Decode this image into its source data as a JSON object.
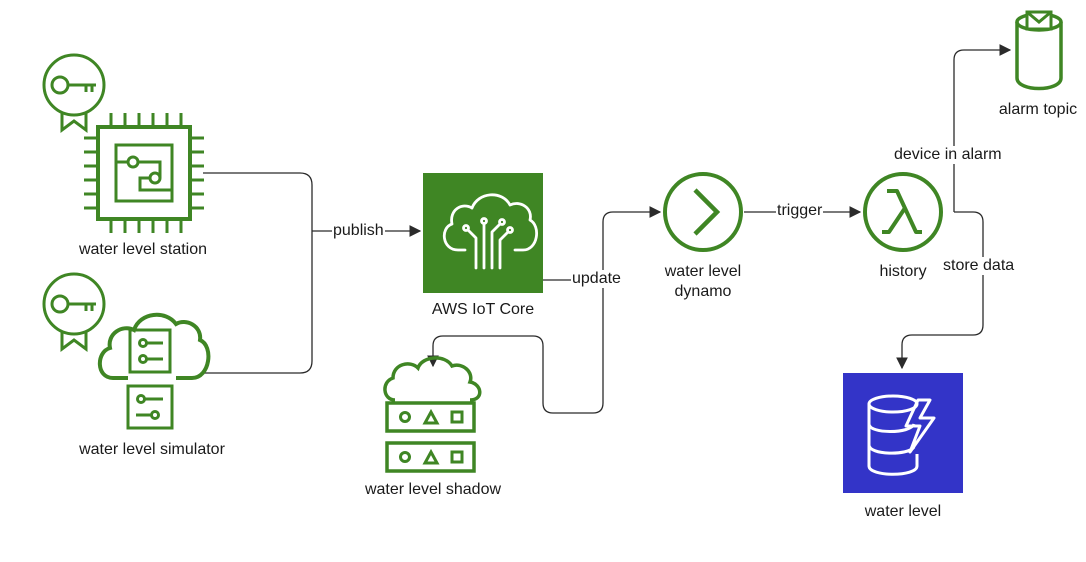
{
  "colors": {
    "iot_green": "#3f8624",
    "dynamo_blue": "#3334c8",
    "edge": "#2b2b2b"
  },
  "nodes": {
    "station": {
      "label": "water level station",
      "icon": "microcontroller-icon",
      "badge": "certificate-key-icon"
    },
    "simulator": {
      "label": "water level simulator",
      "icon": "cloud-simulator-icon",
      "badge": "certificate-key-icon"
    },
    "iot_core": {
      "label": "AWS IoT Core",
      "icon": "iot-core-icon"
    },
    "shadow": {
      "label": "water level shadow",
      "icon": "device-shadow-icon"
    },
    "dynamo_rule": {
      "label": "water level\ndynamo",
      "icon": "iot-rule-icon"
    },
    "history": {
      "label": "history",
      "icon": "lambda-icon"
    },
    "alarm": {
      "label": "alarm topic",
      "icon": "sns-topic-icon"
    },
    "table": {
      "label": "water level",
      "icon": "dynamodb-icon"
    }
  },
  "edges": {
    "publish": "publish",
    "update": "update",
    "trigger": "trigger",
    "device_in_alarm": "device in alarm",
    "store_data": "store data"
  }
}
